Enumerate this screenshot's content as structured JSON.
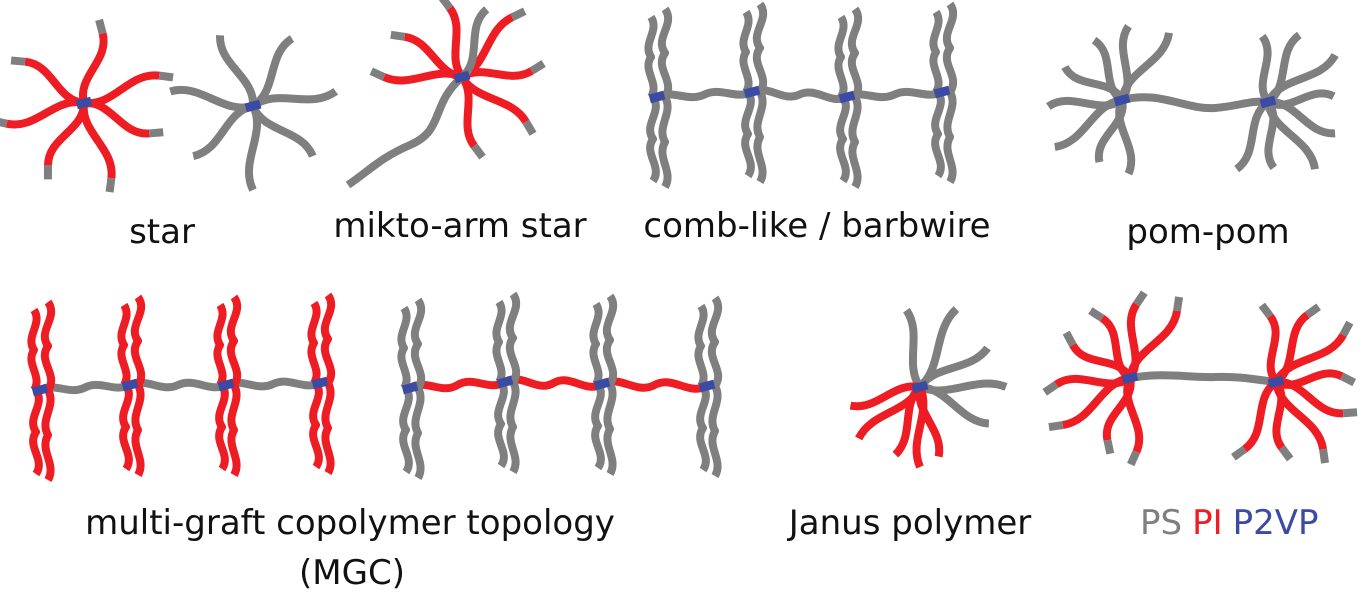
{
  "colors": {
    "ps": "#7f7f7f",
    "pi": "#ee1c23",
    "p2vp": "#3b4ba4"
  },
  "labels": {
    "star": "star",
    "mikto": "mikto-arm star",
    "comb": "comb-like / barbwire",
    "pompom": "pom-pom",
    "mgc_line1": "multi-graft copolymer topology",
    "mgc_line2": "(MGC)",
    "janus": "Janus polymer"
  },
  "legend": {
    "ps": "PS",
    "pi": "PI",
    "p2vp": "P2VP"
  }
}
